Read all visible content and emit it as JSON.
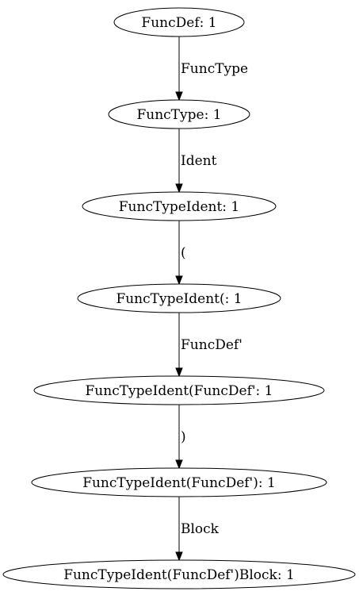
{
  "diagram": {
    "nodes": [
      {
        "id": "n0",
        "label": "FuncDef: 1"
      },
      {
        "id": "n1",
        "label": "FuncType: 1"
      },
      {
        "id": "n2",
        "label": "FuncTypeIdent: 1"
      },
      {
        "id": "n3",
        "label": "FuncTypeIdent(: 1"
      },
      {
        "id": "n4",
        "label": "FuncTypeIdent(FuncDef': 1"
      },
      {
        "id": "n5",
        "label": "FuncTypeIdent(FuncDef'): 1"
      },
      {
        "id": "n6",
        "label": "FuncTypeIdent(FuncDef')Block: 1"
      }
    ],
    "edges": [
      {
        "from": "n0",
        "to": "n1",
        "label": "FuncType"
      },
      {
        "from": "n1",
        "to": "n2",
        "label": "Ident"
      },
      {
        "from": "n2",
        "to": "n3",
        "label": "("
      },
      {
        "from": "n3",
        "to": "n4",
        "label": "FuncDef'"
      },
      {
        "from": "n4",
        "to": "n5",
        "label": ")"
      },
      {
        "from": "n5",
        "to": "n6",
        "label": "Block"
      }
    ]
  }
}
